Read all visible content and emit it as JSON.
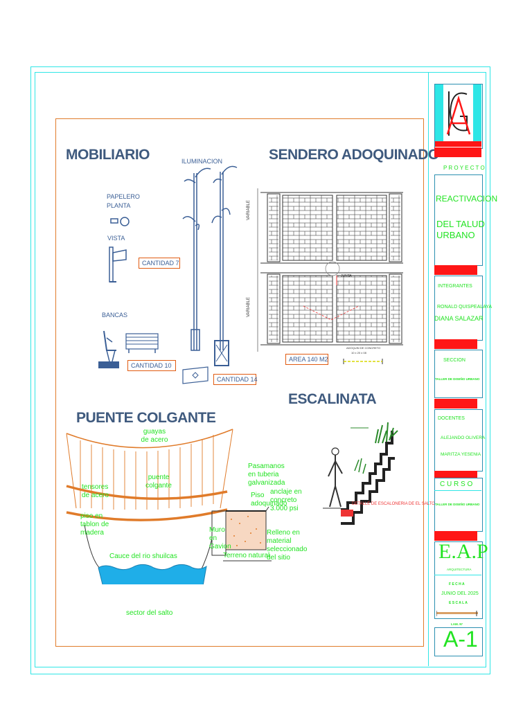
{
  "sheet": {
    "colors": {
      "cyan_border": "#2ee6e6",
      "orange_frame": "#e07b2a",
      "title_blue": "#3f5a7e",
      "green_text": "#22e322",
      "red_bar": "#ff1616",
      "water_blue": "#1faee8"
    }
  },
  "mobiliario": {
    "title": "MOBILIARIO",
    "papelero_label_1": "PAPELERO",
    "papelero_label_2": "PLANTA",
    "vista_label": "VISTA",
    "cantidad_papelero": "CANTIDAD 7",
    "bancas_label": "BANCAS",
    "cantidad_bancas": "CANTIDAD 10",
    "iluminacion_label": "ILUMINACION",
    "cantidad_iluminacion": "CANTIDAD 14"
  },
  "sendero": {
    "title": "SENDERO ADOQUINADO",
    "variable_label_1": "VARIABLE",
    "variable_label_2": "VARIABLE",
    "junta_label": "JUNTA",
    "area_label": "AREA 140 M2",
    "adoquin_label_1": "ADOQUIN DE CONCRETO",
    "adoquin_label_2": "10 x 20 x 08"
  },
  "escalinata": {
    "title": "ESCALINATA",
    "detalle_label": "DETALLE DE ESCALONERIA DE EL SALTO"
  },
  "puente": {
    "title": "PUENTE COLGANTE",
    "guayas": "guayas de acero",
    "tensores": "tensores de acero",
    "piso": "piso en tablon de madera",
    "puente_colgante": "puente colgante",
    "pasamanos": "Pasamanos en tuberia galvanizada",
    "piso_adoquinado": "Piso adoquinado",
    "anclaje": "anclaje en concreto 3.000 psi",
    "muro": "Muro en Gavion",
    "relleno": "Relleno en material seleccionado del sitio",
    "terreno": "Terreno natural",
    "cauce": "Cauce del rio shuilcas",
    "sector": "sector del salto"
  },
  "titleblock": {
    "proyecto_label": "P R O Y E C T O",
    "project_line_1": "REACTIVACION",
    "project_line_2": "DEL TALUD",
    "project_line_3": "URBANO",
    "integrantes_label": "INTEGRANTES",
    "integrante_1": "RONALD QUISPEALAYA",
    "integrante_2": "DIANA  SALAZAR",
    "seccion_label": "SECCION",
    "seccion_value": "TALLER DE DISEÑO URBANO",
    "docentes_label": "DOCENTES",
    "docente_1": "ALEJANDO OLIVERA",
    "docente_2": "MARITZA YESENIA",
    "curso_label": "C U R S O",
    "curso_value": "TALLER DE DISEÑO URBANO",
    "school": "E.A.P",
    "school_sub": "ARQUITECTURA",
    "fecha_label": "F E C H A",
    "fecha_value": "JUNIO DEL 2025",
    "escala_label": "E S C A L A",
    "lamina_label": "LAM. N°",
    "sheet_number": "A-1"
  }
}
